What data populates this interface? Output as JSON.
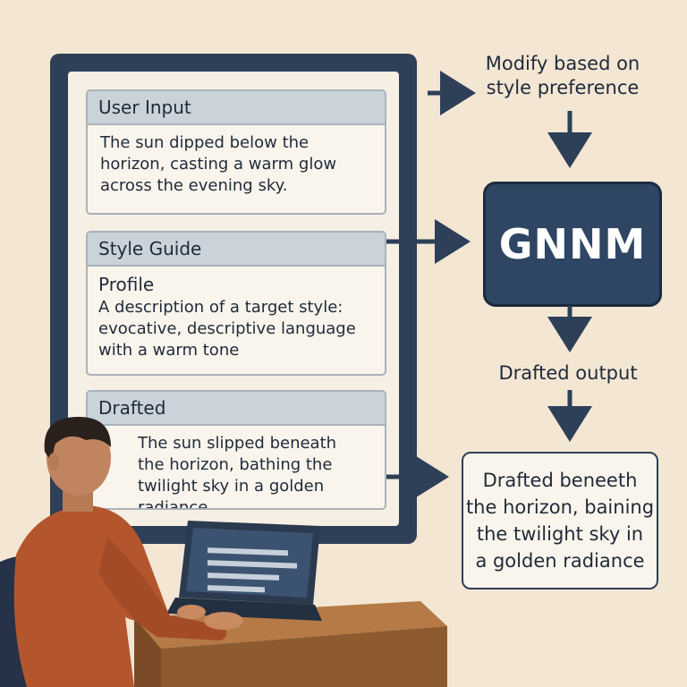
{
  "user_input": {
    "header": "User Input",
    "text": "The sun dipped below the horizon, casting a warm glow across the evening sky."
  },
  "style_guide": {
    "header": "Style Guide",
    "profile_label": "Profile",
    "profile_text": "A description of a target style: evocative, descriptive language with a warm tone"
  },
  "drafted": {
    "header": "Drafted",
    "text": "The sun slipped beneath the horizon, bathing the twilight sky in a golden radiance"
  },
  "modify_note": "Modify based on style preference",
  "model_label": "GNNM",
  "drafted_output_label": "Drafted output",
  "final_output": {
    "line1": "Drafted beneeth",
    "line2": "the horizon, baining",
    "line3": "the twilight sky in",
    "line4": "a golden radiance"
  },
  "colors": {
    "background": "#f3e6d3",
    "monitor": "#2e3f58",
    "model_box": "#2e4563",
    "arrow": "#2e3f58"
  }
}
